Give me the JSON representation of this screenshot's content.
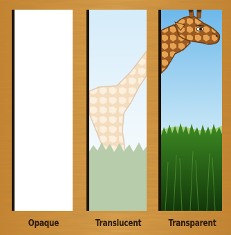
{
  "panels": [
    {
      "label": "Opaque"
    },
    {
      "label": "Translucent"
    },
    {
      "label": "Transparent"
    }
  ],
  "colors": {
    "wood": "#d4963e",
    "opaque_fill": "#ffffff",
    "sky_top": "#7fc3ec",
    "sky_bottom": "#d9eef8",
    "grass": "#2f6a18",
    "giraffe": "#e2a253",
    "caption_text": "#2a1806"
  },
  "icons": [
    "giraffe-illustration"
  ]
}
